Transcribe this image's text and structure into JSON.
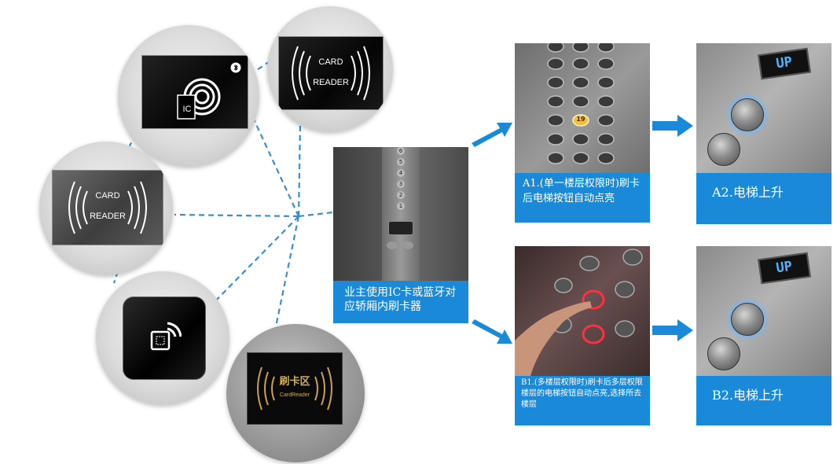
{
  "readers": {
    "ic_card": {
      "ic_label": "IC"
    },
    "card_reader_black": {
      "line1": "CARD",
      "line2": "READER"
    },
    "card_reader_grey": {
      "line1": "CARD",
      "line2": "READER"
    },
    "gold_reader": {
      "title": "刷卡区",
      "subtitle": "CardReader"
    }
  },
  "center": {
    "caption": "业主使用IC卡或蓝牙对应轿厢内刷卡器",
    "floor_numbers": [
      "6",
      "5",
      "4",
      "3",
      "2",
      "1"
    ]
  },
  "flow_a": {
    "step1_caption": "A1.(单一楼层权限时)刷卡后电梯按钮自动点亮",
    "step1_lit_floor": "19",
    "step2_caption": "A2.电梯上升",
    "display_text": "UP"
  },
  "flow_b": {
    "step1_caption": "B1.(多楼层权限时)刷卡后多层权限楼层的电梯按钮自动点亮,选择所去楼层",
    "step2_caption": "B2.电梯上升",
    "display_text": "UP"
  },
  "colors": {
    "accent": "#1a8ad8",
    "connector": "#3a8ed0"
  }
}
